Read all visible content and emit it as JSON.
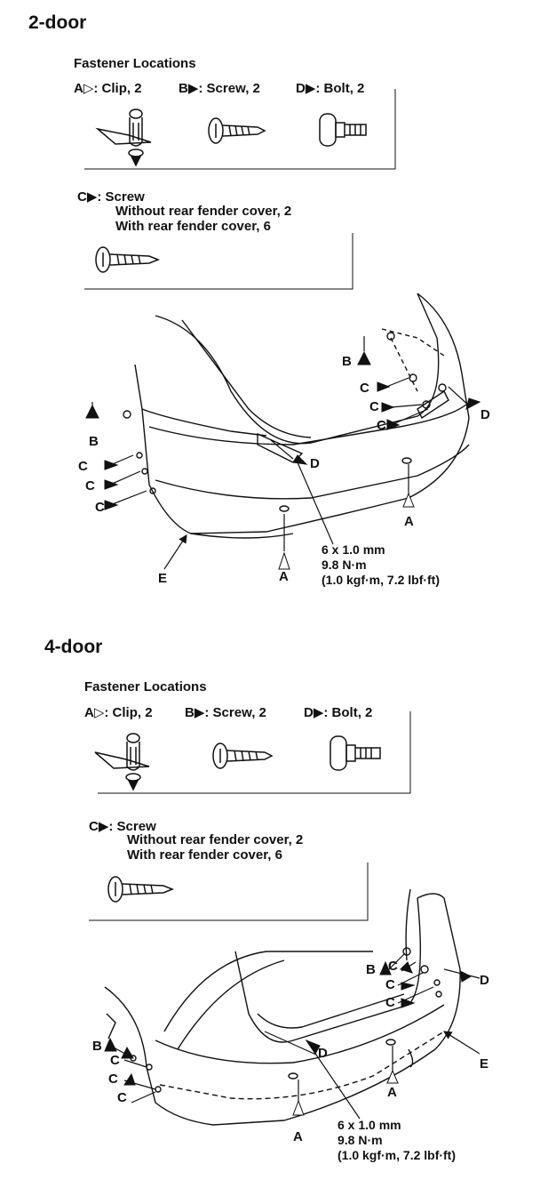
{
  "sections": [
    {
      "title": "2-door",
      "fastener_header": "Fastener Locations",
      "clip_label": "A",
      "clip_text": ": Clip, 2",
      "screw_b_label": "B",
      "screw_b_text": ": Screw, 2",
      "bolt_label": "D",
      "bolt_text": ": Bolt, 2",
      "screw_c_label": "C",
      "screw_c_text": ": Screw",
      "screw_c_line1": "Without rear fender cover, 2",
      "screw_c_line2": "With rear fender cover, 6",
      "spec_line1": "6 x 1.0 mm",
      "spec_line2": "9.8 N·m",
      "spec_line3": "(1.0 kgf·m, 7.2 lbf·ft)",
      "callouts": [
        "B",
        "C",
        "C",
        "D",
        "B",
        "C",
        "C",
        "C",
        "D",
        "A",
        "A",
        "E"
      ]
    },
    {
      "title": "4-door",
      "fastener_header": "Fastener Locations",
      "clip_label": "A",
      "clip_text": ": Clip, 2",
      "screw_b_label": "B",
      "screw_b_text": ": Screw, 2",
      "bolt_label": "D",
      "bolt_text": ": Bolt, 2",
      "screw_c_label": "C",
      "screw_c_text": ": Screw",
      "screw_c_line1": "Without rear fender cover, 2",
      "screw_c_line2": "With rear fender cover, 6",
      "spec_line1": "6 x 1.0 mm",
      "spec_line2": "9.8 N·m",
      "spec_line3": "(1.0 kgf·m, 7.2 lbf·ft)",
      "callouts": [
        "B",
        "C",
        "C",
        "C",
        "D",
        "B",
        "C",
        "C",
        "C",
        "D",
        "A",
        "A",
        "E"
      ]
    }
  ]
}
